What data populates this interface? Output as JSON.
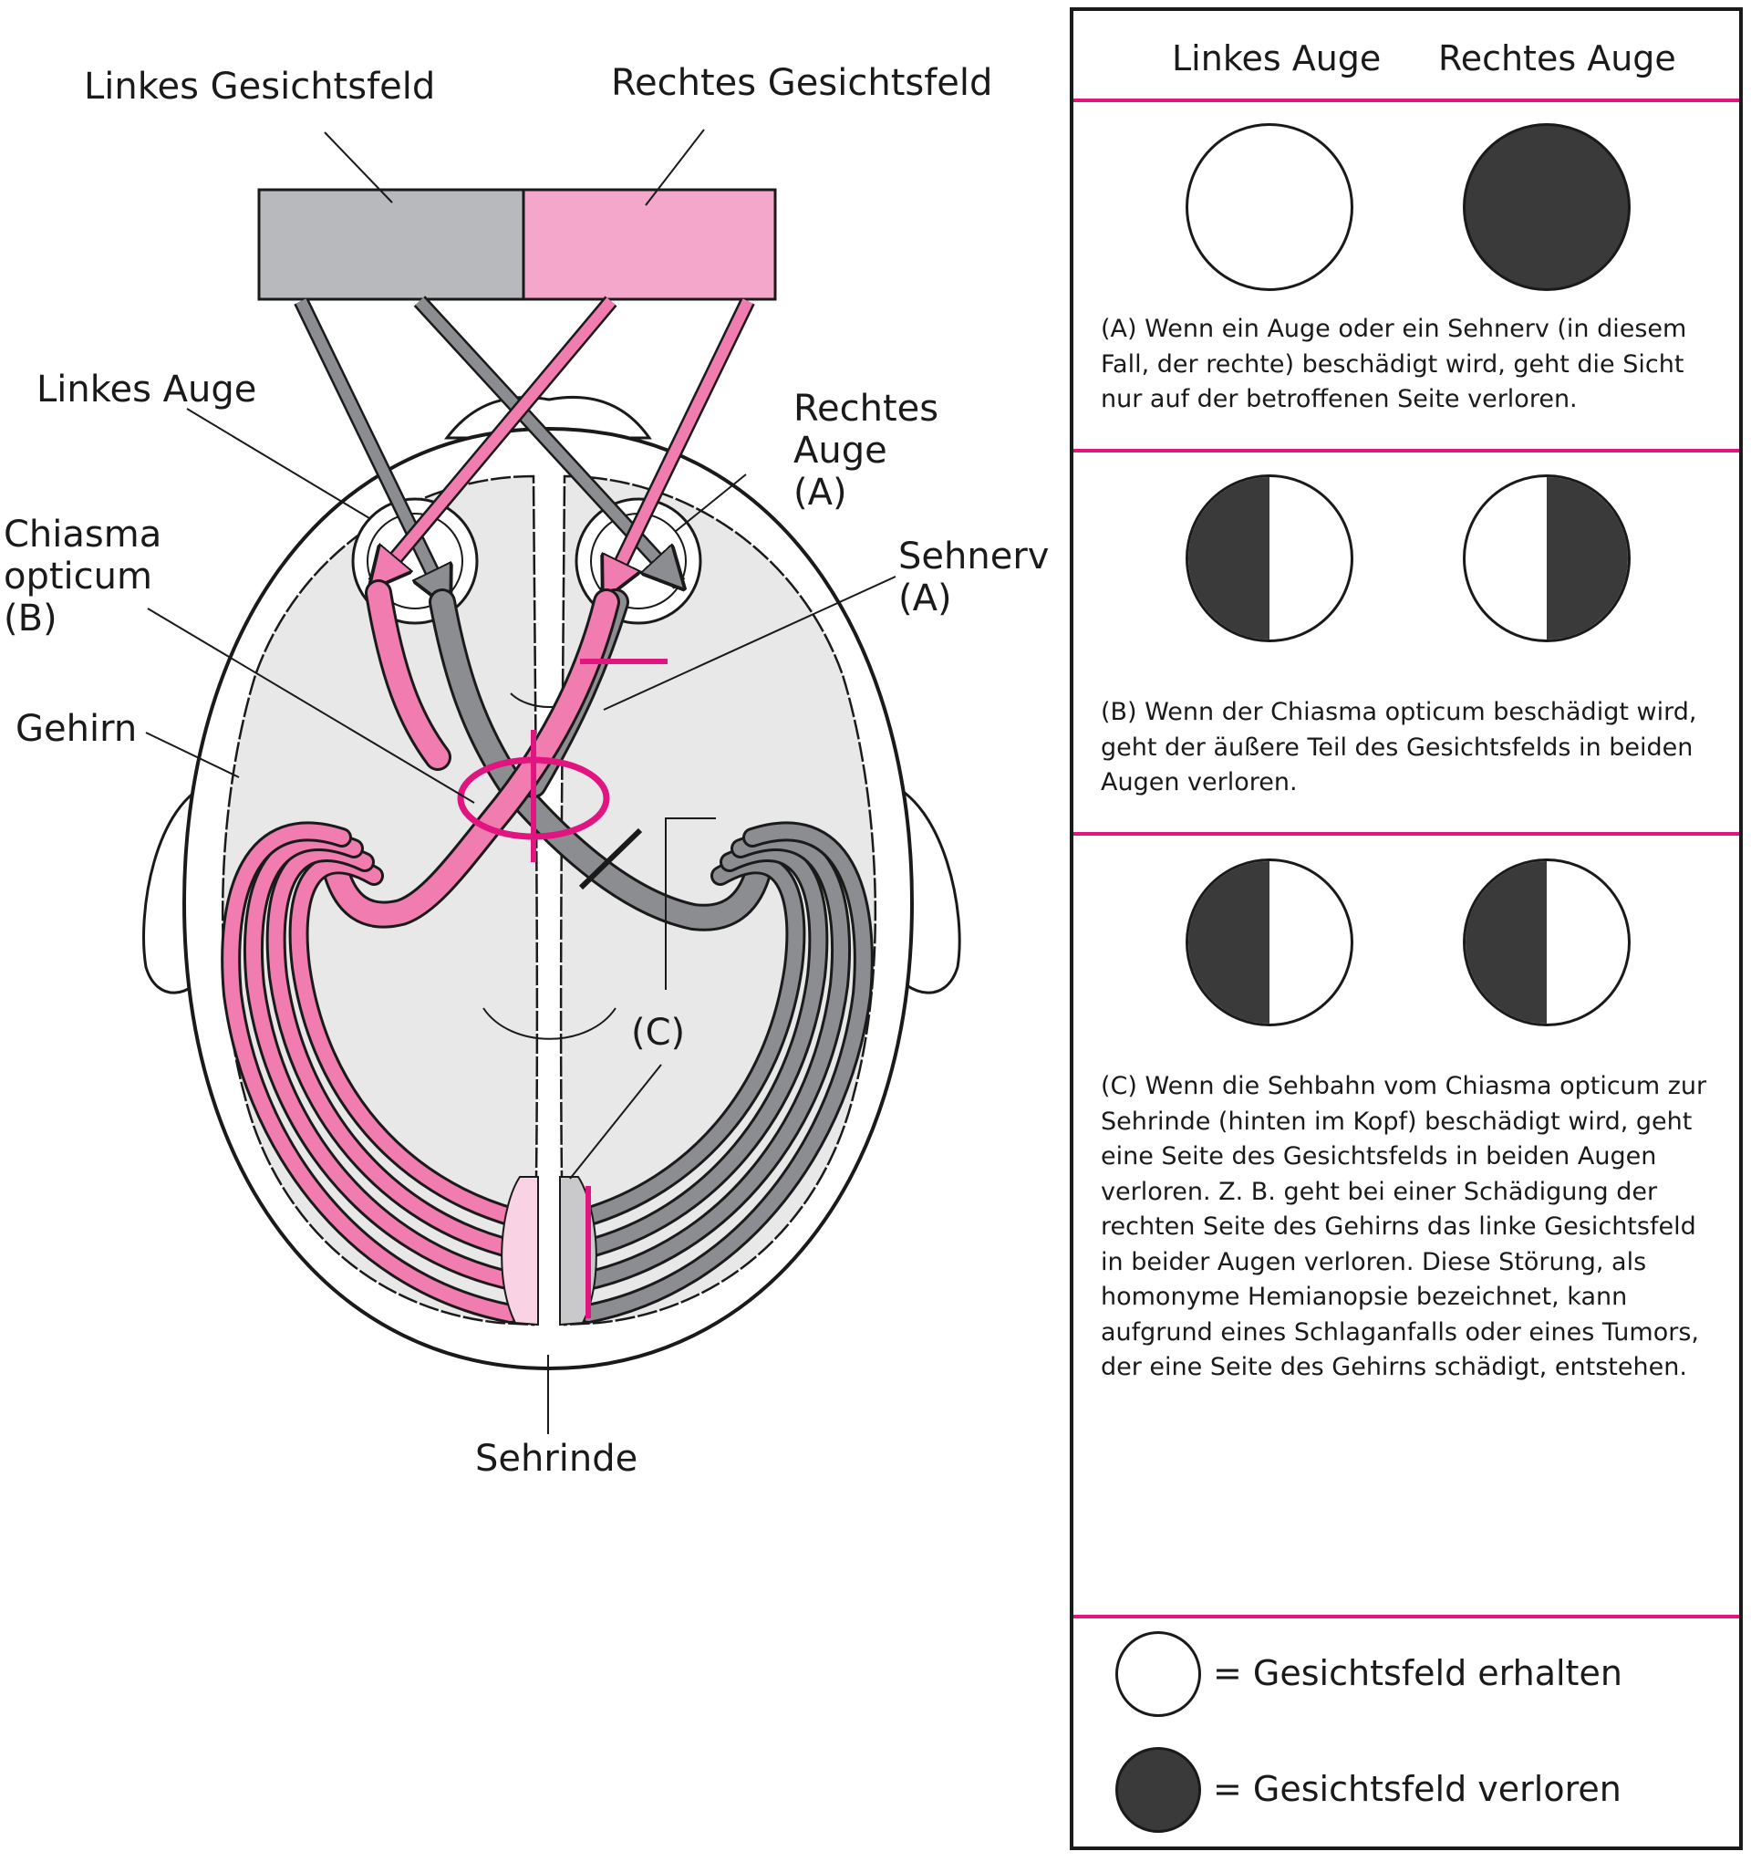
{
  "colors": {
    "left_field": "#b8b9bc",
    "right_field": "#f4a7cb",
    "pink_path": "#f07cb0",
    "gray_path": "#8c8d91",
    "lesion_marker": "#e0157f",
    "brain": "#e8e8e9",
    "visual_loss": "#3a3a3a"
  },
  "diagram": {
    "labels": {
      "left_visual_field": "Linkes Gesichtsfeld",
      "right_visual_field": "Rechtes Gesichtsfeld",
      "left_eye": "Linkes Auge",
      "right_eye": "Rechtes Auge (A)",
      "chiasma": "Chiasma opticum (B)",
      "optic_nerve": "Sehnerv (A)",
      "brain": "Gehirn",
      "lesion_c": "(C)",
      "visual_cortex": "Sehrinde"
    }
  },
  "panel": {
    "header": {
      "left_eye": "Linkes Auge",
      "right_eye": "Rechtes Auge"
    },
    "sections": [
      {
        "id": "A",
        "left_eye_field": "intact",
        "right_eye_field": "lost",
        "text": "(A) Wenn ein Auge oder ein Sehnerv (in diesem Fall, der rechte) beschädigt wird, geht die Sicht nur auf der betroffenen Seite verloren."
      },
      {
        "id": "B",
        "left_eye_field": "left-half-lost",
        "right_eye_field": "right-half-lost",
        "text": "(B) Wenn der Chiasma opticum beschädigt wird, geht der äußere Teil des Gesichtsfelds in beiden Augen verloren."
      },
      {
        "id": "C",
        "left_eye_field": "left-half-lost",
        "right_eye_field": "left-half-lost",
        "text": "(C) Wenn die Sehbahn vom Chiasma opticum zur Sehrinde (hinten im Kopf) beschädigt wird, geht eine Seite des Gesichtsfelds in beiden Augen verloren. Z. B. geht bei einer Schädigung der rechten Seite des Gehirns das linke Gesichtsfeld in beider Augen verloren. Diese Störung, als homonyme Hemianopsie bezeichnet, kann aufgrund eines Schlaganfalls oder eines Tumors, der eine Seite des Gehirns schädigt, entstehen."
      }
    ],
    "legend": {
      "intact": "= Gesichtsfeld erhalten",
      "lost": "= Gesichtsfeld verloren"
    }
  }
}
